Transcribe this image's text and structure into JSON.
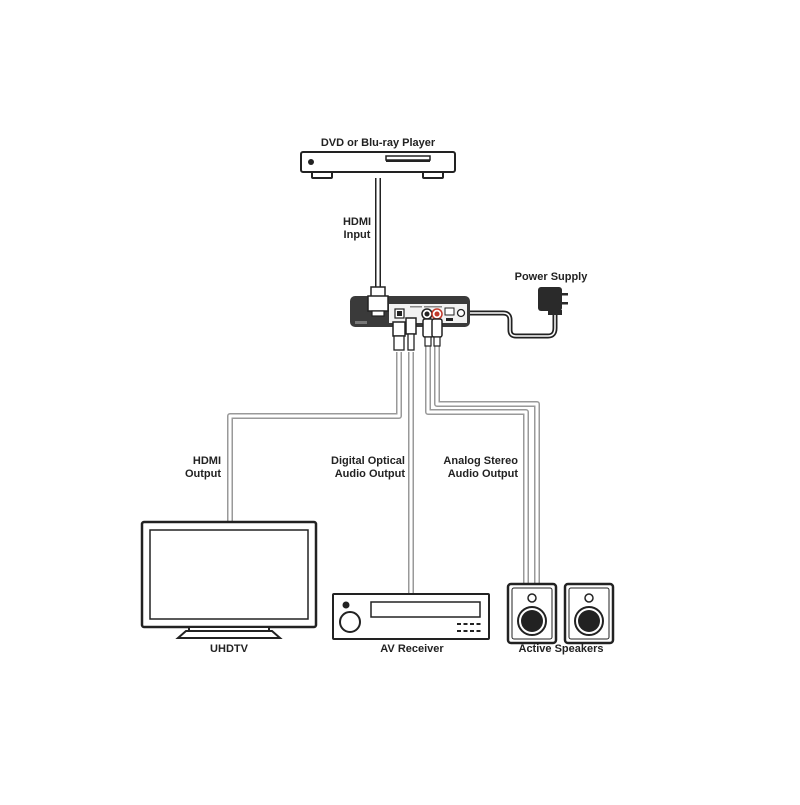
{
  "devices": {
    "source": {
      "label": "DVD or Blu-ray Player",
      "icon": "blu-ray-player-icon"
    },
    "power": {
      "label": "Power Supply",
      "icon": "power-adapter-icon"
    },
    "converter": {
      "icon": "audio-extractor-box-icon"
    },
    "tv": {
      "label": "UHDTV",
      "icon": "television-icon"
    },
    "receiver": {
      "label": "AV Receiver",
      "icon": "av-receiver-icon"
    },
    "speakers": {
      "label": "Active Speakers",
      "icon": "speakers-icon"
    }
  },
  "connections": {
    "hdmi_input": {
      "line1": "HDMI",
      "line2": "Input"
    },
    "hdmi_output": {
      "line1": "HDMI",
      "line2": "Output"
    },
    "optical": {
      "line1": "Digital Optical",
      "line2": "Audio Output"
    },
    "analog": {
      "line1": "Analog Stereo",
      "line2": "Audio Output"
    }
  },
  "colors": {
    "outline": "#222222",
    "device_dark": "#3a3a3a",
    "cable": "#9a9a9a",
    "port_red": "#c0392b"
  }
}
